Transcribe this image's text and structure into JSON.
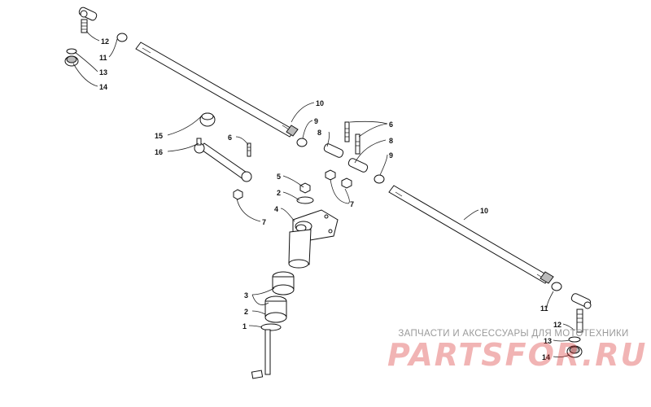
{
  "diagram": {
    "callouts": [
      {
        "id": "c12a",
        "label": "12"
      },
      {
        "id": "c11a",
        "label": "11"
      },
      {
        "id": "c13a",
        "label": "13"
      },
      {
        "id": "c14a",
        "label": "14"
      },
      {
        "id": "c10a",
        "label": "10"
      },
      {
        "id": "c9a",
        "label": "9"
      },
      {
        "id": "c8a",
        "label": "8"
      },
      {
        "id": "c6a",
        "label": "6"
      },
      {
        "id": "c8b",
        "label": "8"
      },
      {
        "id": "c9b",
        "label": "9"
      },
      {
        "id": "c15",
        "label": "15"
      },
      {
        "id": "c16",
        "label": "16"
      },
      {
        "id": "c6b",
        "label": "6"
      },
      {
        "id": "c5",
        "label": "5"
      },
      {
        "id": "c2a",
        "label": "2"
      },
      {
        "id": "c4",
        "label": "4"
      },
      {
        "id": "c7a",
        "label": "7"
      },
      {
        "id": "c7b",
        "label": "7"
      },
      {
        "id": "c10b",
        "label": "10"
      },
      {
        "id": "c3",
        "label": "3"
      },
      {
        "id": "c2b",
        "label": "2"
      },
      {
        "id": "c1",
        "label": "1"
      },
      {
        "id": "c11b",
        "label": "11"
      },
      {
        "id": "c12b",
        "label": "12"
      },
      {
        "id": "c13b",
        "label": "13"
      },
      {
        "id": "c14b",
        "label": "14"
      }
    ]
  },
  "watermark": {
    "tagline": "ЗАПЧАСТИ И АКСЕССУАРЫ ДЛЯ МОТОТЕХНИКИ",
    "brand": "PARTSFOR.RU",
    "color": "#d72828"
  }
}
